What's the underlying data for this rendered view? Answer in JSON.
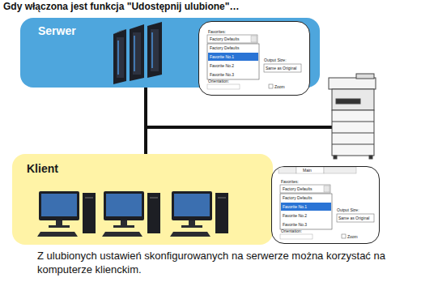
{
  "diagram": {
    "title": "Gdy włączona jest funkcja \"Udostępnij ulubione\"…",
    "caption": "Z ulubionych ustawień skonfigurowanych na serwerze można korzystać na komputerze klienckim.",
    "nodes": [
      {
        "text": [
          "Serwer"
        ]
      },
      {
        "text": [
          "Klient"
        ]
      }
    ],
    "edges": [
      {
        "from": 0,
        "to": 1,
        "arrow": "none"
      }
    ],
    "labels": [
      "Favorites:",
      "Factory Defaults",
      "Factory Defaults",
      "Favorite No.1",
      "Favorite No.2",
      "Favorite No.3",
      "Output Size:",
      "Same as Original",
      "Orientation:",
      "Zoom",
      "Main",
      "Favorites:",
      "Factory Defaults",
      "Factory Defaults",
      "Favorite No.1",
      "Favorite No.2",
      "Favorite No.3",
      "Output Size:",
      "Same as Original",
      "Orientation:",
      "Zoom"
    ]
  }
}
